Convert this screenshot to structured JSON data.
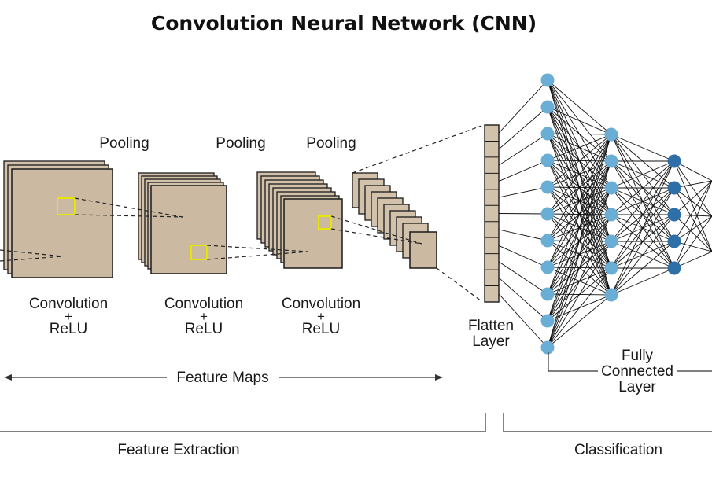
{
  "title": "Convolution  Neural  Network (CNN)",
  "pooling_labels": [
    "Pooling",
    "Pooling",
    "Pooling"
  ],
  "conv_blocks": [
    {
      "line1": "Convolution",
      "plus": "+",
      "line2": "ReLU"
    },
    {
      "line1": "Convolution",
      "plus": "+",
      "line2": "ReLU"
    },
    {
      "line1": "Convolution",
      "plus": "+",
      "line2": "ReLU"
    }
  ],
  "feature_maps_label": "Feature  Maps",
  "flatten_label": [
    "Flatten",
    "Layer"
  ],
  "fully_connected_label": [
    "Fully",
    "Connected",
    "Layer"
  ],
  "feature_extraction_label": "Feature Extraction",
  "classification_label": "Classification",
  "colors": {
    "feature_map_fill": "#d2c1ab",
    "kernel_outline": "#e6e600",
    "neuron_light": "#6aaed6",
    "neuron_dark": "#2f6fa8"
  }
}
